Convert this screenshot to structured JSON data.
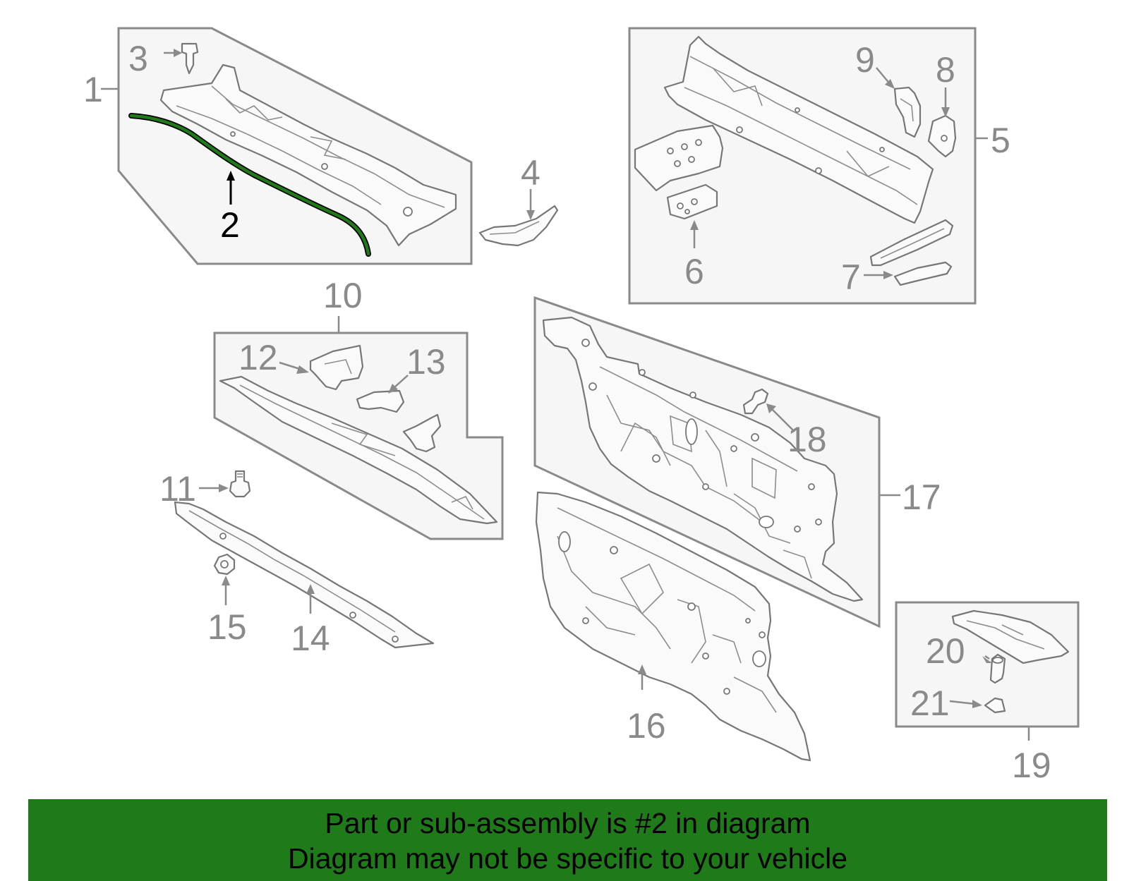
{
  "callouts": {
    "c1": "1",
    "c2": "2",
    "c3": "3",
    "c4": "4",
    "c5": "5",
    "c6": "6",
    "c7": "7",
    "c8": "8",
    "c9": "9",
    "c10": "10",
    "c11": "11",
    "c12": "12",
    "c13": "13",
    "c14": "14",
    "c15": "15",
    "c16": "16",
    "c17": "17",
    "c18": "18",
    "c19": "19",
    "c20": "20",
    "c21": "21"
  },
  "highlight": {
    "part_number": "2",
    "color": "#1f7a1a"
  },
  "banner": {
    "line1": "Part or sub-assembly is #2 in diagram",
    "line2": "Diagram may not be specific to your vehicle",
    "background": "#1f7a1a"
  }
}
